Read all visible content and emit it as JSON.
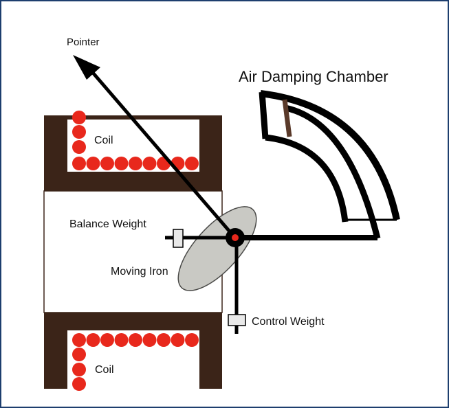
{
  "labels": {
    "pointer": "Pointer",
    "air_damping_chamber": "Air Damping Chamber",
    "coil_top": "Coil",
    "coil_bottom": "Coil",
    "balance_weight": "Balance Weight",
    "moving_iron": "Moving Iron",
    "control_weight": "Control Weight"
  },
  "colors": {
    "frame_border": "#1d3e6e",
    "core": "#3b2418",
    "coil_dots": "#e8281c",
    "moving_iron": "#c9c9c4",
    "linework": "#000000",
    "piston": "#5a3a2a"
  }
}
